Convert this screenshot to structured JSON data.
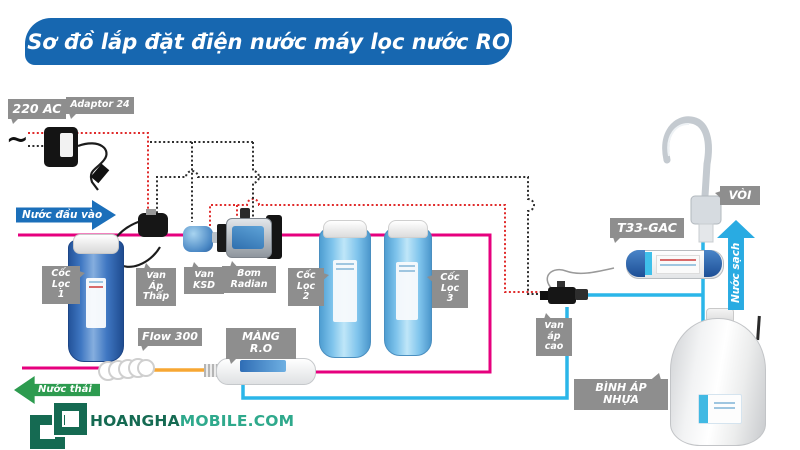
{
  "title": "Sơ đồ lắp đặt điện nước máy lọc nước RO",
  "power": {
    "ac": "220 AC",
    "adaptor": "Adaptor 24",
    "ac_symbol": "~"
  },
  "arrows": {
    "input": "Nước đầu vào",
    "waste": "Nước thải",
    "clean": "Nước sạch"
  },
  "labels": {
    "filter1": [
      "Cốc",
      "Lọc",
      "1"
    ],
    "filter2": [
      "Cốc",
      "Lọc",
      "2"
    ],
    "filter3": [
      "Cốc",
      "Lọc",
      "3"
    ],
    "low_pressure_valve": [
      "Van",
      "Áp",
      "Thấp"
    ],
    "ksd_valve": [
      "Van",
      "KSD"
    ],
    "pump": [
      "Bơm",
      "Radian"
    ],
    "flow_restrictor": "Flow 300",
    "membrane": "MÀNG R.O",
    "high_pressure_valve": [
      "Van",
      "áp",
      "cao"
    ],
    "t33": "T33-GAC",
    "faucet": "VÒI",
    "tank": "BÌNH ÁP NHỰA"
  },
  "brand": {
    "left": "HOANGHA",
    "right": "MOBILE.COM"
  },
  "colors": {
    "banner_blue": "#1767b0",
    "water_line_pink": "#e6007e",
    "clean_water_cyan": "#2bb6e9",
    "waste_tube_orange": "#f7a733",
    "waste_arrow_green": "#2d9b4f",
    "input_arrow_blue": "#1b6fba",
    "clean_arrow_blue": "#29abe2",
    "wire_red": "#e02b2b",
    "wire_black": "#2e2e2e",
    "callout_gray": "#8e8e8e",
    "brand_dark_green": "#156a52",
    "brand_teal": "#2fa98c"
  }
}
